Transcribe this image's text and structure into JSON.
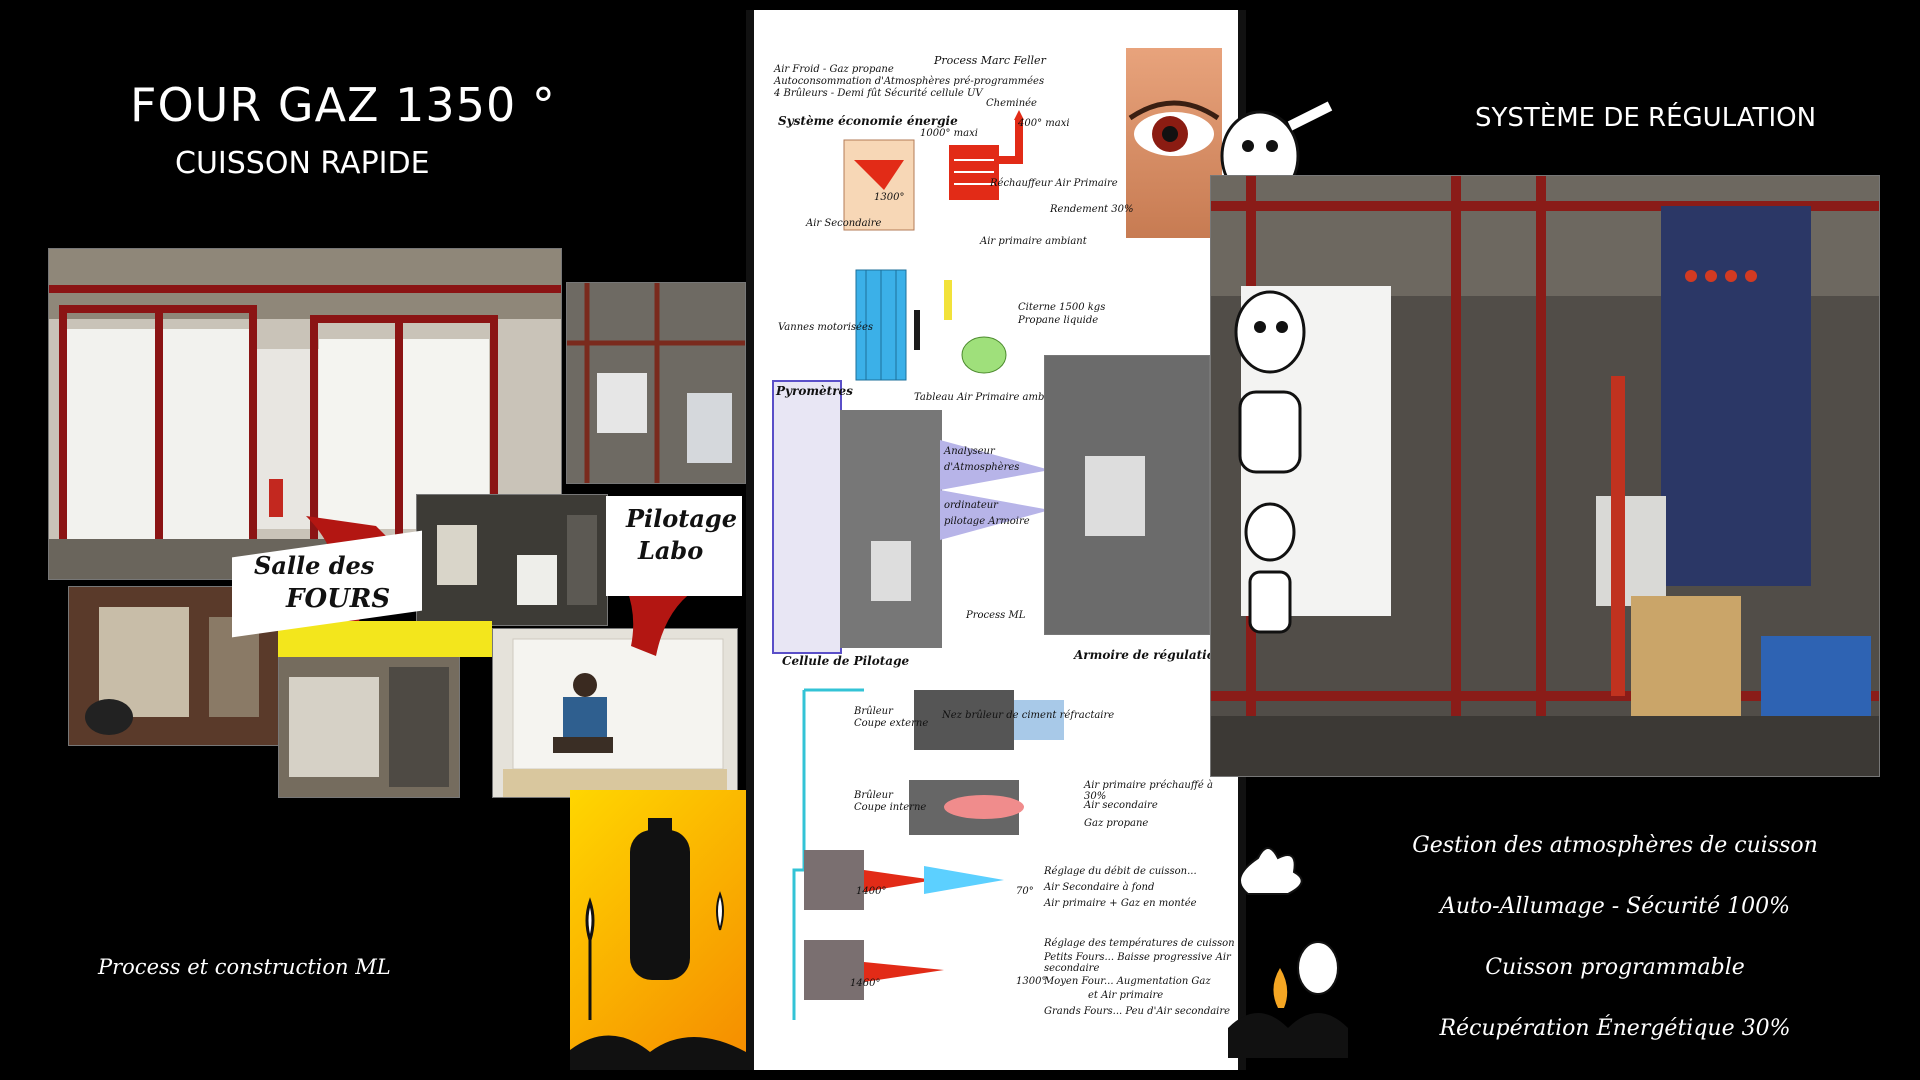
{
  "header": {
    "title": "FOUR GAZ 1350 °",
    "subtitle": "CUISSON RAPIDE",
    "right_title": "SYSTÈME DE RÉGULATION"
  },
  "left_collage": {
    "label_salle": "Salle des",
    "label_fours": "FOURS",
    "label_pilotage": "Pilotage",
    "label_labo": "Labo"
  },
  "credit": "Process et construction  ML",
  "features": [
    "Gestion des atmosphères de cuisson",
    "Auto-Allumage   -   Sécurité 100%",
    "Cuisson programmable",
    "Récupération Énergétique 30%"
  ],
  "diagram": {
    "process_label": "Process Marc Feller",
    "intro_lines": [
      "Air Froid - Gaz propane",
      "Autoconsommation d'Atmosphères pré-programmées",
      "4 Brûleurs - Demi fût  Sécurité cellule UV"
    ],
    "economy_heading": "Système économie énergie",
    "cheminee": "Cheminée",
    "temp_1000": "1000° maxi",
    "temp_400": "400° maxi",
    "temp_1300": "1300°",
    "rechauffeur": "Réchauffeur Air Primaire",
    "rendement": "Rendement 30%",
    "air_secondaire": "Air Secondaire",
    "air_primaire_ambiant": "Air primaire ambiant",
    "citerne": "Citerne 1500 kgs",
    "propane": "Propane liquide",
    "vannes": "Vannes motorisées",
    "tableau": "Tableau Air Primaire ambiant",
    "pyrometres": "Pyromètres",
    "analyseur": [
      "Analyseur",
      "d'Atmosphères",
      "ordinateur",
      "pilotage Armoire"
    ],
    "process_ml": "Process ML",
    "cellule": "Cellule de Pilotage",
    "armoire": "Armoire de régulation",
    "bruleur_1": [
      "Brûleur",
      "Coupe externe"
    ],
    "nez_bruleur": "Nez brûleur de ciment réfractaire",
    "bruleur_2": [
      "Brûleur",
      "Coupe interne"
    ],
    "legend": [
      "Air primaire préchauffé à 30%",
      "Air secondaire",
      "Gaz propane"
    ],
    "flame_1400": "1400°",
    "temp_70": "70°",
    "reglage_1": [
      "Réglage du débit de cuisson...",
      "Air Secondaire à fond",
      "Air primaire + Gaz en montée"
    ],
    "flame_1460": "1460°",
    "temp_1300b": "1300°",
    "reglage_2": [
      "Réglage des températures de cuisson",
      "Petits Fours... Baisse progressive Air secondaire",
      "Moyen Four... Augmentation Gaz",
      "et Air primaire",
      "Grands Fours... Peu d'Air secondaire"
    ]
  }
}
